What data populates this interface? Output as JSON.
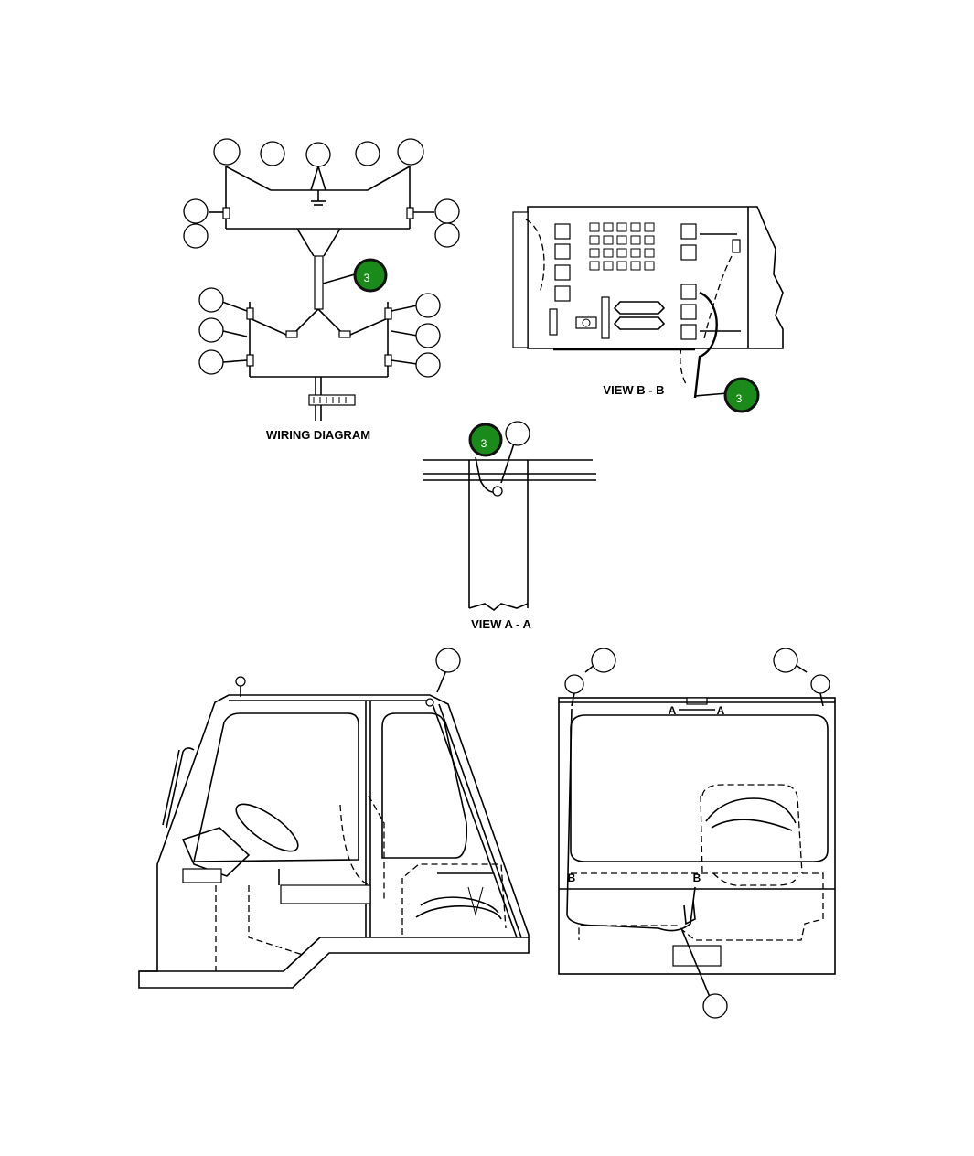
{
  "captions": {
    "wiring_diagram": "WIRING DIAGRAM",
    "view_b": "VIEW B - B",
    "view_a": "VIEW A - A"
  },
  "section_markers": {
    "a_left": "A",
    "a_right": "A",
    "b_left": "B",
    "b_right": "B"
  },
  "highlighted_callouts": {
    "wiring_diagram": "3",
    "view_b": "3",
    "view_a": "3"
  },
  "colors": {
    "highlight": "#1a8a1a",
    "line": "#000000",
    "background": "#ffffff"
  }
}
